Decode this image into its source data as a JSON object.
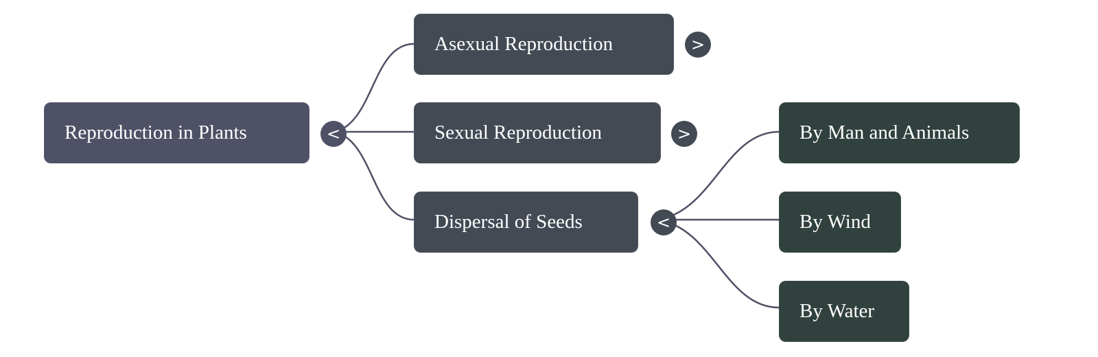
{
  "mindmap": {
    "root": {
      "label": "Reproduction in Plants",
      "toggle": "<",
      "expanded": true
    },
    "children": [
      {
        "label": "Asexual Reproduction",
        "toggle": ">",
        "expanded": false
      },
      {
        "label": "Sexual Reproduction",
        "toggle": ">",
        "expanded": false
      },
      {
        "label": "Dispersal of Seeds",
        "toggle": "<",
        "expanded": true,
        "children": [
          {
            "label": "By Man and Animals"
          },
          {
            "label": "By Wind"
          },
          {
            "label": "By Water"
          }
        ]
      }
    ],
    "colors": {
      "root": "#4f5166",
      "level2": "#434a54",
      "level3": "#30413e",
      "link": "#4f5166",
      "text": "#ffffff"
    }
  }
}
